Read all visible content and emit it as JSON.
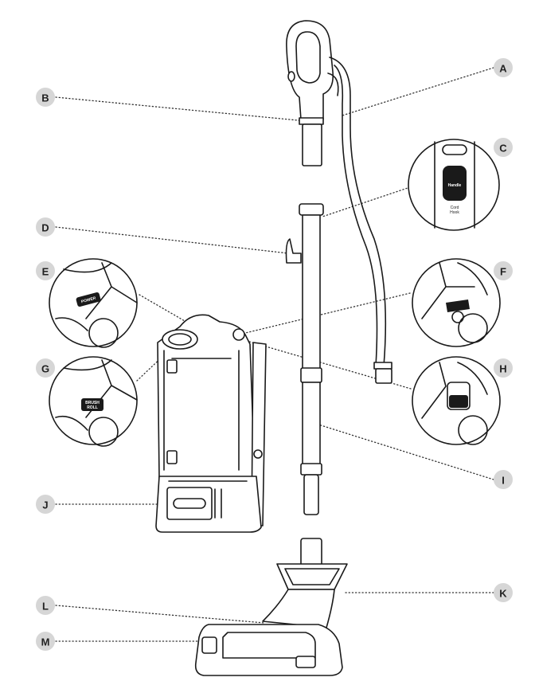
{
  "diagram": {
    "labels": [
      "A",
      "B",
      "C",
      "D",
      "E",
      "F",
      "G",
      "H",
      "I",
      "J",
      "K",
      "L",
      "M"
    ],
    "callout_text": {
      "c_button": "Handle",
      "c_cord_hook_1": "Cord",
      "c_cord_hook_2": "Hook",
      "e_button": "POWER",
      "g_button_1": "BRUSH",
      "g_button_2": "ROLL"
    }
  }
}
